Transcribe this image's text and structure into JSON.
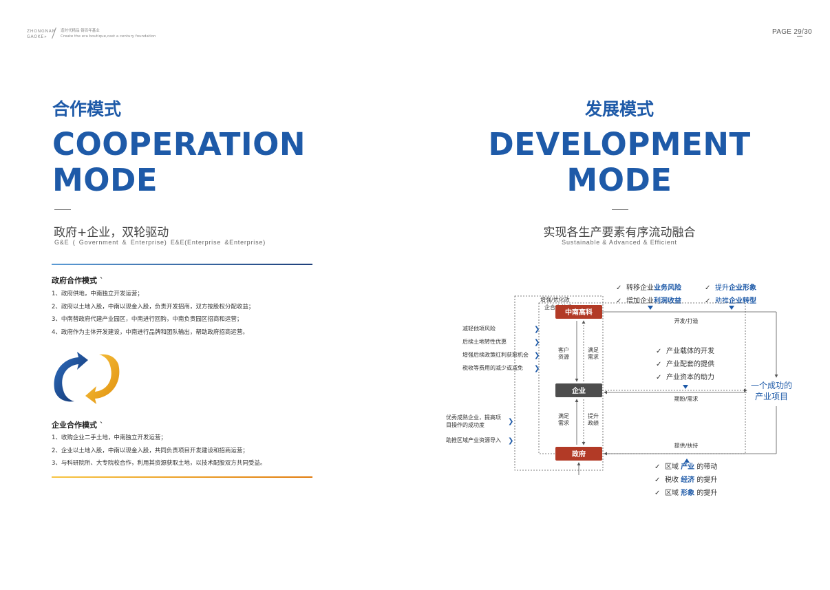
{
  "header": {
    "brand_line1": "ZHONGNAN",
    "brand_line2": "GAOKE",
    "tagline_cn": "造时代精品 铸百年基业",
    "tagline_en": "Create the era boutique,cast a century foundation",
    "page": "PAGE 29/30"
  },
  "left": {
    "title_cn": "合作模式",
    "title_en_1": "COOPERATION",
    "title_en_2": "MODE",
    "subtitle_cn": "政府+企业，双轮驱动",
    "subtitle_en": "G&E ( Government & Enterprise)    E&E(Enterprise &Enterprise)",
    "gov_heading": "政府合作模式",
    "gov_items": [
      "1、政府供地，中南独立开发运营；",
      "2、政府以土地入股，中南以现金入股，负责开发招商，双方按股权分配收益；",
      "3、中南替政府代建产业园区，中南进行回购，中南负责园区招商和运营；",
      "4、政府作为主体开发建设，中南进行品牌和团队输出，帮助政府招商运营。"
    ],
    "ent_heading": "企业合作模式",
    "ent_items": [
      "1、收购企业二手土地，中南独立开发运营；",
      "2、企业以土地入股，中南以现金入股，共同负责项目开发建设和招商运营；",
      "3、与科研院所、大专院校合作，利用其资源获取土地，以技术配股双方共同受益。"
    ]
  },
  "right": {
    "title_cn": "发展模式",
    "title_en_1": "DEVELOPMENT",
    "title_en_2": "MODE",
    "subtitle_cn": "实现各生产要素有序流动融合",
    "subtitle_en": "Sustainable & Advanced & Efficient"
  },
  "diagram": {
    "top_checks": [
      {
        "pre": "转移企业",
        "bold": "业务风险"
      },
      {
        "pre": "增加企业",
        "bold": "利润收益"
      },
      {
        "pre": "提升",
        "bold": "企业形象"
      },
      {
        "pre": "助推",
        "bold": "企业转型"
      }
    ],
    "node_zn": "中南高科",
    "node_qy": "企业",
    "node_zf": "政府",
    "node_project_1": "一个成功的",
    "node_project_2": "产业项目",
    "strengthen_1": "增强/优化政",
    "strengthen_2": "企合作关系",
    "develop": "开发/打造",
    "hope": "期盼/需求",
    "provide": "提供/扶持",
    "client_1": "客户",
    "client_2": "资源",
    "meet_1": "满足",
    "meet_2": "需求",
    "meet2_1": "满足",
    "meet2_2": "需求",
    "raise_1": "提升",
    "raise_2": "政绩",
    "left_items_top": [
      "减轻他项风险",
      "后续土地转性优惠",
      "增强后续政策红利获取机会",
      "税收等费用的减少或减免"
    ],
    "left_items_bottom_1a": "优秀成熟企业，提高项",
    "left_items_bottom_1b": "目操作的成功度",
    "left_items_bottom_2": "助推区域产业资源导入",
    "mid_checks": [
      "产业载体的开发",
      "产业配套的提供",
      "产业资本的助力"
    ],
    "bottom_checks": [
      {
        "pre": "区域 ",
        "bold": "产业",
        "post": " 的带动"
      },
      {
        "pre": "税收 ",
        "bold": "经济",
        "post": " 的提升"
      },
      {
        "pre": "区域 ",
        "bold": "形象",
        "post": " 的提升"
      }
    ],
    "colors": {
      "red": "#b23a26",
      "gray": "#555555",
      "blue": "#1e5aa8"
    }
  }
}
